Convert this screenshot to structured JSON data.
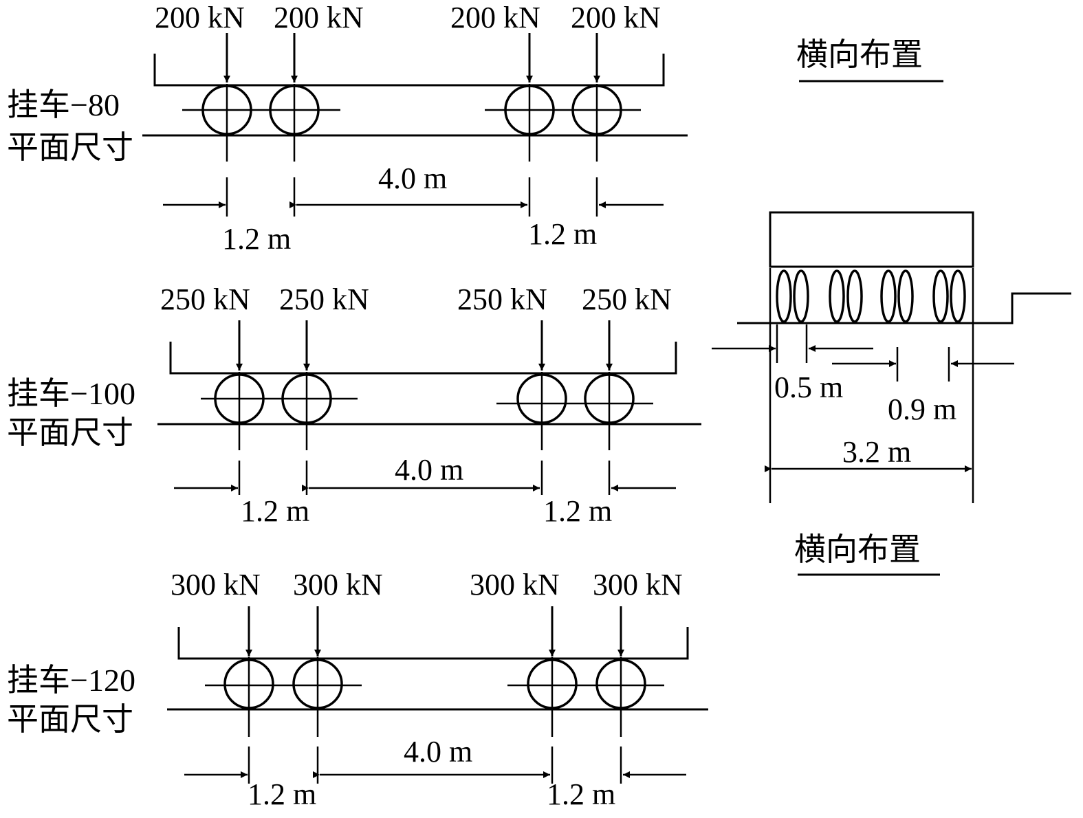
{
  "panels": [
    {
      "id": "80",
      "name": "挂车−80",
      "subtitle": "平面尺寸",
      "loads": [
        "200 kN",
        "200 kN",
        "200 kN",
        "200 kN"
      ],
      "spacing_left": "1.2 m",
      "spacing_mid": "4.0 m",
      "spacing_right": "1.2 m"
    },
    {
      "id": "100",
      "name": "挂车−100",
      "subtitle": "平面尺寸",
      "loads": [
        "250 kN",
        "250 kN",
        "250 kN",
        "250 kN"
      ],
      "spacing_left": "1.2 m",
      "spacing_mid": "4.0 m",
      "spacing_right": "1.2 m"
    },
    {
      "id": "120",
      "name": "挂车−120",
      "subtitle": "平面尺寸",
      "loads": [
        "300 kN",
        "300 kN",
        "300 kN",
        "300 kN"
      ],
      "spacing_left": "1.2 m",
      "spacing_mid": "4.0 m",
      "spacing_right": "1.2 m"
    }
  ],
  "transverse": {
    "title_top": "横向布置",
    "title_bottom": "横向布置",
    "dim_edge": "0.5 m",
    "dim_wheel": "0.9 m",
    "dim_total": "3.2 m"
  }
}
